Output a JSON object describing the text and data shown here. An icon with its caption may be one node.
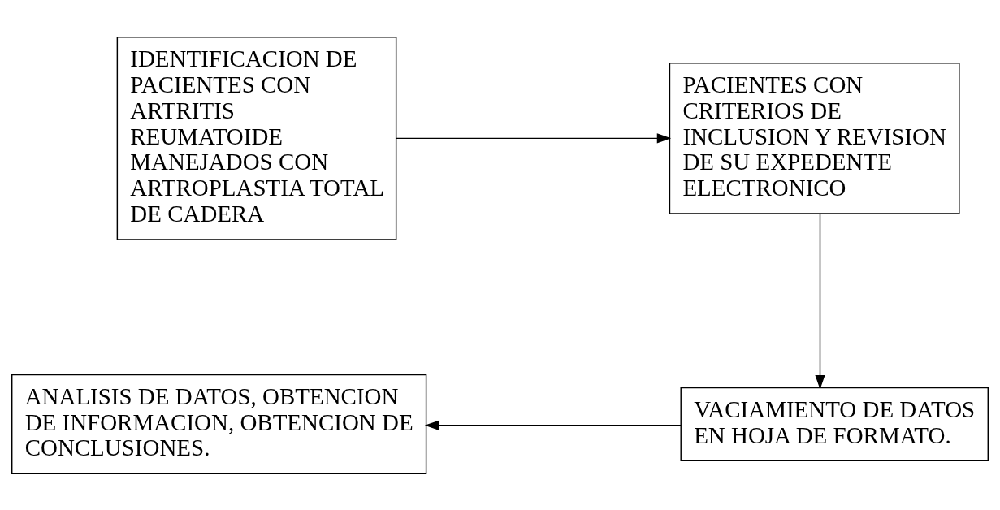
{
  "diagram": {
    "nodes": [
      {
        "text": [
          "IDENTIFICACION DE PACIENTES CON ARTRITIS REUMATOIDE MANEJADOS CON ARTROPLASTIA TOTAL DE CADERA"
        ]
      },
      {
        "text": [
          "PACIENTES CON CRITERIOS DE INCLUSION Y REVISION DE SU EXPEDENTE ELECTRONICO"
        ]
      },
      {
        "text": [
          "VACIAMIENTO DE DATOS EN HOJA DE FORMATO."
        ]
      },
      {
        "text": [
          "ANALISIS DE DATOS, OBTENCION DE INFORMACION, OBTENCION DE CONCLUSIONES."
        ]
      }
    ],
    "edges": [
      {
        "from": 0,
        "to": 1,
        "arrow": "to"
      },
      {
        "from": 1,
        "to": 2,
        "arrow": "to"
      },
      {
        "from": 2,
        "to": 3,
        "arrow": "to"
      }
    ]
  }
}
